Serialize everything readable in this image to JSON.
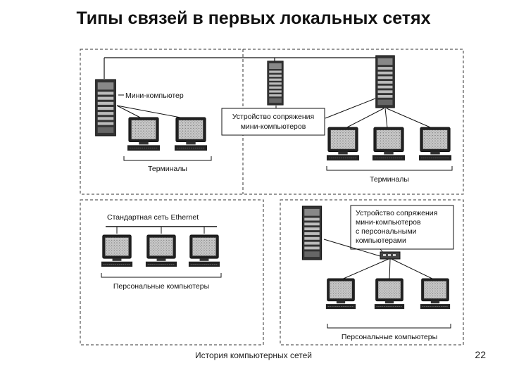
{
  "slide": {
    "title": "Типы связей в первых локальных сетях",
    "footer": "История компьютерных сетей",
    "page_number": "22"
  },
  "diagram": {
    "top_left": {
      "server_label": "Мини-компьютер",
      "terminals_label": "Терминалы"
    },
    "top_right": {
      "adapter_label_line1": "Устройство сопряжения",
      "adapter_label_line2": "мини-компьютеров",
      "terminals_label": "Терминалы"
    },
    "bottom_left": {
      "network_label": "Стандартная сеть Ethernet",
      "pcs_label": "Персональные компьютеры"
    },
    "bottom_right": {
      "adapter_label_line1": "Устройство сопряжения",
      "adapter_label_line2": "мини-компьютеров",
      "adapter_label_line3": "с персональными",
      "adapter_label_line4": "компьютерами",
      "pcs_label": "Персональные компьютеры"
    }
  }
}
